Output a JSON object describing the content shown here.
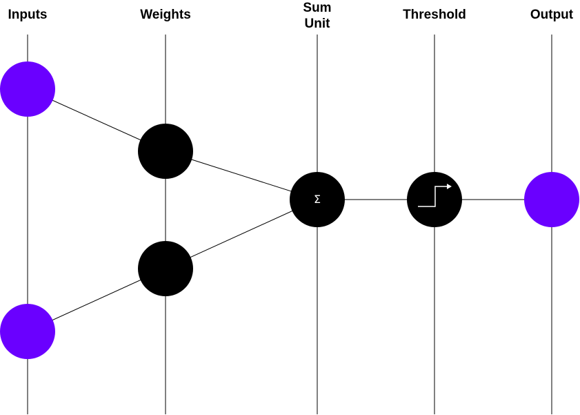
{
  "columns": {
    "inputs": "Inputs",
    "weights": "Weights",
    "sum_unit": "Sum\nUnit",
    "threshold": "Threshold",
    "output": "Output"
  },
  "symbols": {
    "sum": "Σ"
  },
  "colors": {
    "input_node": "#6a00ff",
    "output_node": "#6a00ff",
    "processing_node": "#000000",
    "line": "#000000",
    "symbol": "#ffffff"
  }
}
